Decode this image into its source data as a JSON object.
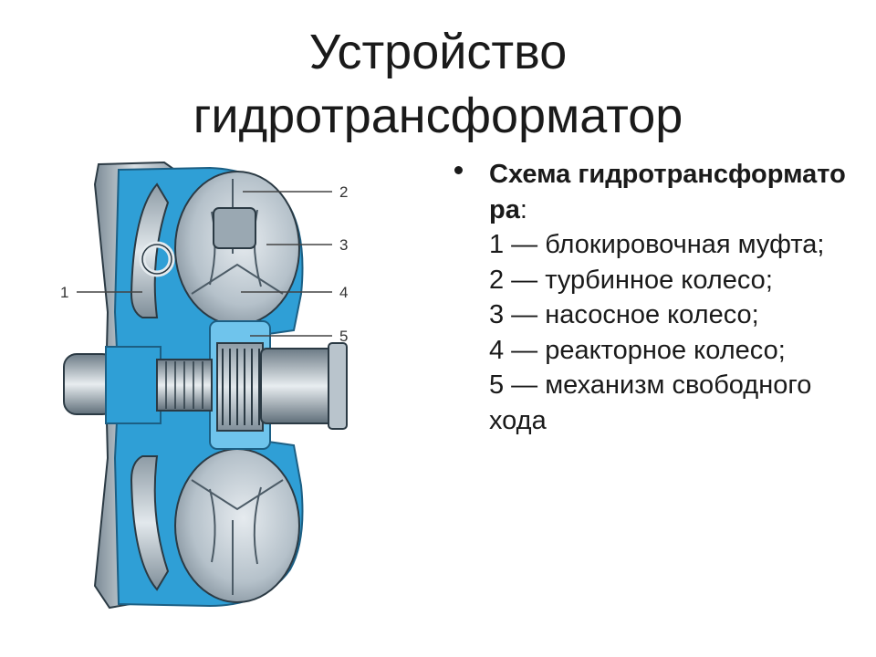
{
  "title": {
    "line1": "Устройство",
    "line2": "гидротрансформатор"
  },
  "caption": {
    "heading": "Схема гидротрансформатора",
    "heading_suffix": ":",
    "items": [
      "1 — блокировочная муфта;",
      "2 — турбинное колесо;",
      "3 — насосное колесо;",
      "4 — реакторное колесо;",
      "5 — механизм свободного хода"
    ]
  },
  "diagram": {
    "callouts": [
      "1",
      "2",
      "3",
      "4",
      "5"
    ],
    "colors": {
      "fluid_blue": "#2f9fd6",
      "metal_light": "#c9d2d9",
      "metal_mid": "#97a6b1",
      "metal_dark": "#5d6c77",
      "outline": "#2b3a44"
    }
  }
}
